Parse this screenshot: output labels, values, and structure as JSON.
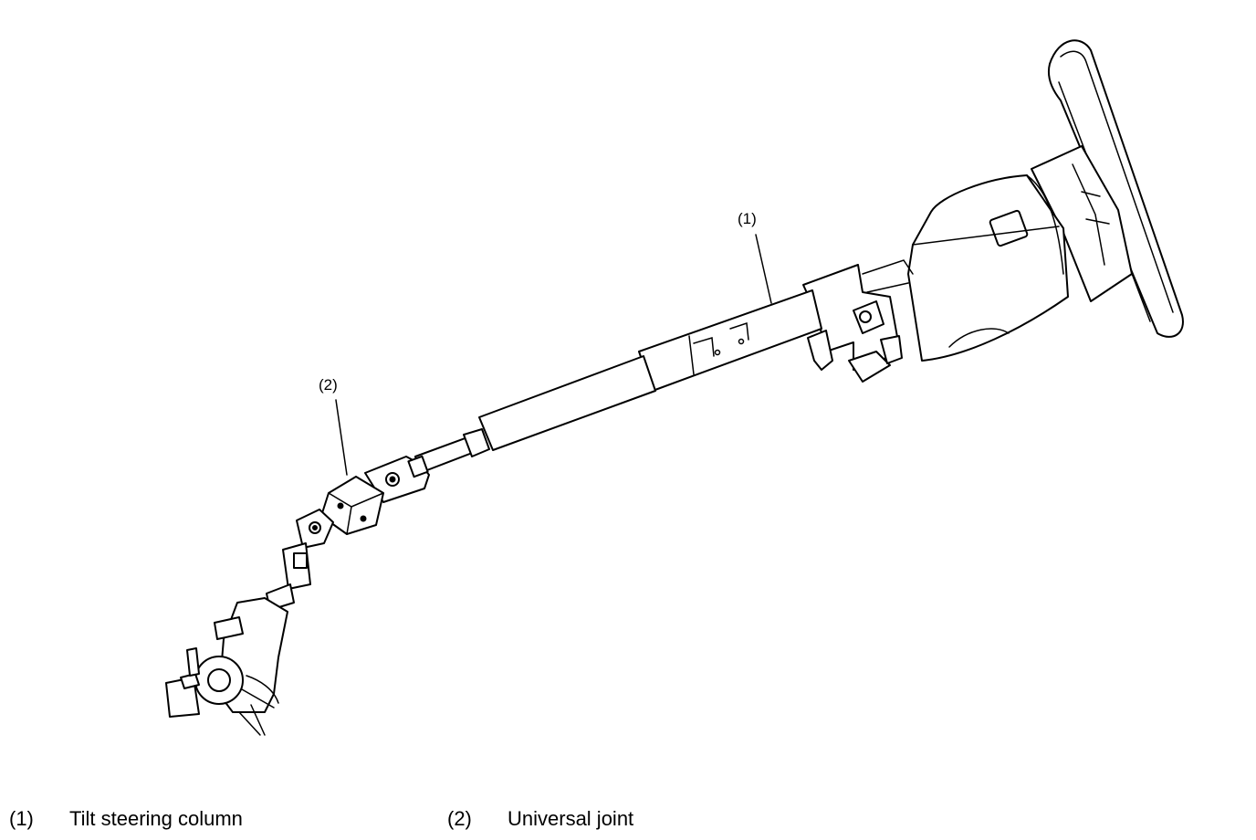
{
  "callouts": {
    "one": "(1)",
    "two": "(2)"
  },
  "legend": [
    {
      "num": "(1)",
      "text": "Tilt steering column"
    },
    {
      "num": "(2)",
      "text": "Universal joint"
    }
  ]
}
